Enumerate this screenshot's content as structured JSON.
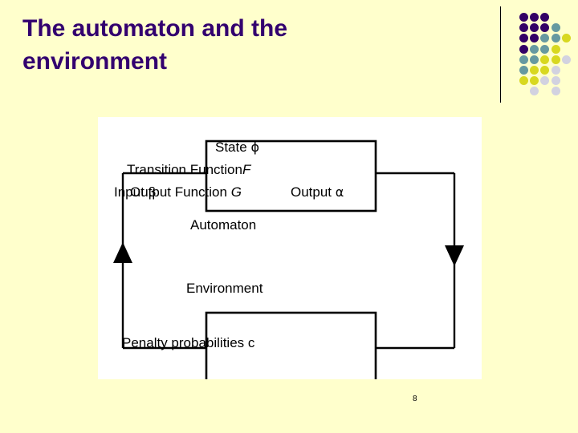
{
  "slide": {
    "title": "The automaton and the\n environment",
    "title_color": "#33006F",
    "background_color": "#FFFFCC",
    "page_number": "8"
  },
  "decoration": {
    "name": "dot-grid-motif",
    "rule_color": "#000000",
    "colors": {
      "purple": "#330066",
      "teal": "#6699A0",
      "yellow": "#D8D820",
      "gray": "#D2D2E0"
    },
    "dots": [
      {
        "col": 0,
        "row": 0,
        "color": "#330066"
      },
      {
        "col": 1,
        "row": 0,
        "color": "#330066"
      },
      {
        "col": 2,
        "row": 0,
        "color": "#330066"
      },
      {
        "col": 0,
        "row": 1,
        "color": "#330066"
      },
      {
        "col": 1,
        "row": 1,
        "color": "#330066"
      },
      {
        "col": 2,
        "row": 1,
        "color": "#330066"
      },
      {
        "col": 3,
        "row": 1,
        "color": "#6699A0"
      },
      {
        "col": 0,
        "row": 2,
        "color": "#330066"
      },
      {
        "col": 1,
        "row": 2,
        "color": "#330066"
      },
      {
        "col": 2,
        "row": 2,
        "color": "#6699A0"
      },
      {
        "col": 3,
        "row": 2,
        "color": "#6699A0"
      },
      {
        "col": 4,
        "row": 2,
        "color": "#D8D820"
      },
      {
        "col": 0,
        "row": 3,
        "color": "#330066"
      },
      {
        "col": 1,
        "row": 3,
        "color": "#6699A0"
      },
      {
        "col": 2,
        "row": 3,
        "color": "#6699A0"
      },
      {
        "col": 3,
        "row": 3,
        "color": "#D8D820"
      },
      {
        "col": 0,
        "row": 4,
        "color": "#6699A0"
      },
      {
        "col": 1,
        "row": 4,
        "color": "#6699A0"
      },
      {
        "col": 2,
        "row": 4,
        "color": "#D8D820"
      },
      {
        "col": 3,
        "row": 4,
        "color": "#D8D820"
      },
      {
        "col": 4,
        "row": 4,
        "color": "#D2D2E0"
      },
      {
        "col": 0,
        "row": 5,
        "color": "#6699A0"
      },
      {
        "col": 1,
        "row": 5,
        "color": "#D8D820"
      },
      {
        "col": 2,
        "row": 5,
        "color": "#D8D820"
      },
      {
        "col": 3,
        "row": 5,
        "color": "#D2D2E0"
      },
      {
        "col": 0,
        "row": 6,
        "color": "#D8D820"
      },
      {
        "col": 1,
        "row": 6,
        "color": "#D8D820"
      },
      {
        "col": 2,
        "row": 6,
        "color": "#D2D2E0"
      },
      {
        "col": 3,
        "row": 6,
        "color": "#D2D2E0"
      },
      {
        "col": 1,
        "row": 7,
        "color": "#D2D2E0"
      },
      {
        "col": 3,
        "row": 7,
        "color": "#D2D2E0"
      }
    ]
  },
  "diagram": {
    "name": "automaton-environment-feedback-loop",
    "panel_background": "#FFFFFF",
    "line_color": "#000000",
    "automaton_box": {
      "line_state_label": "State",
      "line_state_symbol": "ϕ",
      "line_transition_label": "Transition Function",
      "line_transition_symbol": "F",
      "line_output_label": "Output Function",
      "line_output_symbol": "G"
    },
    "environment_box": {
      "label": "Penalty probabilities c"
    },
    "labels": {
      "automaton": "Automaton",
      "environment": "Environment",
      "input": "Input",
      "input_symbol": "β",
      "output": "Output",
      "output_symbol": "α"
    },
    "arrows": [
      {
        "name": "left-feedback-arrow",
        "direction": "up"
      },
      {
        "name": "right-output-arrow",
        "direction": "down"
      }
    ]
  }
}
